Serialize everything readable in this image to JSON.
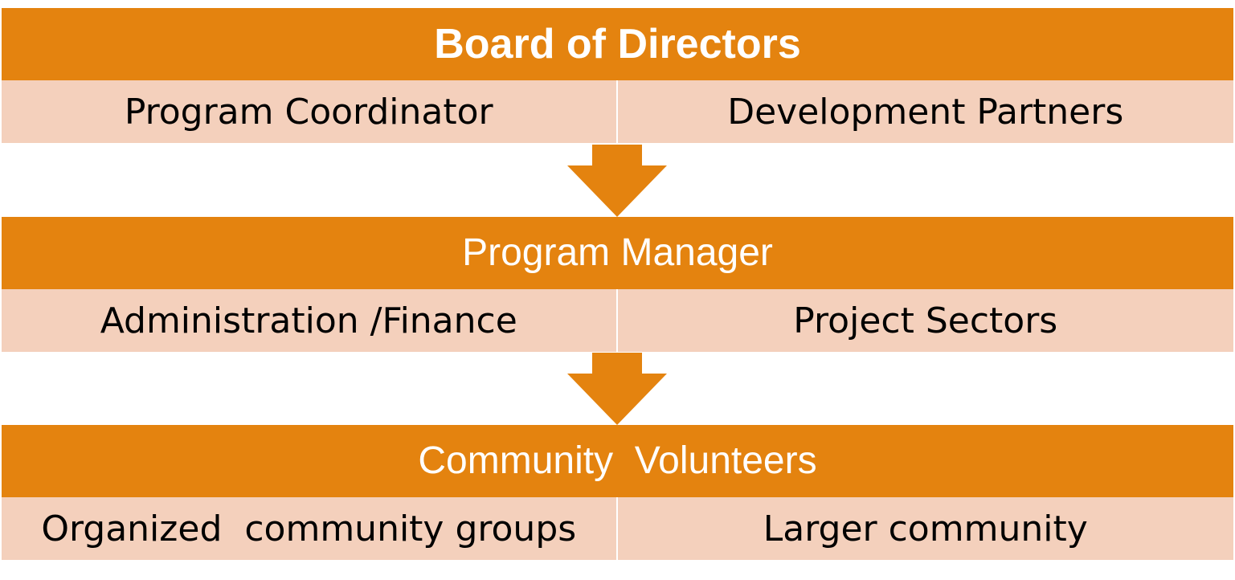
{
  "colors": {
    "header": "#e4830f",
    "row": "#f4d0bc",
    "arrow": "#e4830f"
  },
  "tiers": [
    {
      "title": "Board of Directors",
      "left": "Program Coordinator",
      "right": "Development Partners"
    },
    {
      "title": "Program Manager",
      "left": "Administration /Finance",
      "right": "Project Sectors"
    },
    {
      "title": "Community  Volunteers",
      "left": "Organized  community groups",
      "right": "Larger community"
    }
  ],
  "arrows": [
    "arrow-down-icon",
    "arrow-down-icon"
  ]
}
